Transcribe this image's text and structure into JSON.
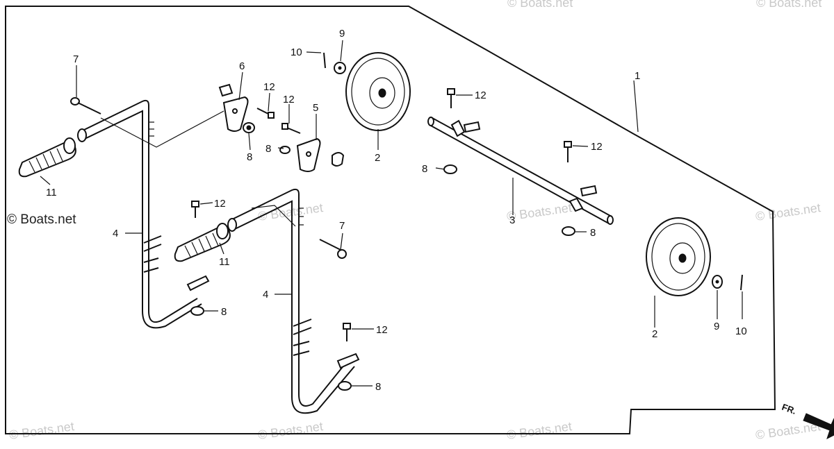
{
  "credit": "© Boats.net",
  "watermark": "© Boats.net",
  "front_indicator": "FR.",
  "callouts": {
    "c1": "1",
    "c2a": "2",
    "c2b": "2",
    "c3": "3",
    "c4a": "4",
    "c4b": "4",
    "c5": "5",
    "c6": "6",
    "c7a": "7",
    "c7b": "7",
    "c8a": "8",
    "c8b": "8",
    "c8c": "8",
    "c8d": "8",
    "c8e": "8",
    "c8f": "8",
    "c9a": "9",
    "c9b": "9",
    "c10a": "10",
    "c10b": "10",
    "c11a": "11",
    "c11b": "11",
    "c12a": "12",
    "c12b": "12",
    "c12c": "12",
    "c12d": "12",
    "c12e": "12",
    "c12f": "12"
  },
  "colors": {
    "line": "#111111",
    "watermark": "#c9c9c9",
    "background": "#ffffff"
  }
}
